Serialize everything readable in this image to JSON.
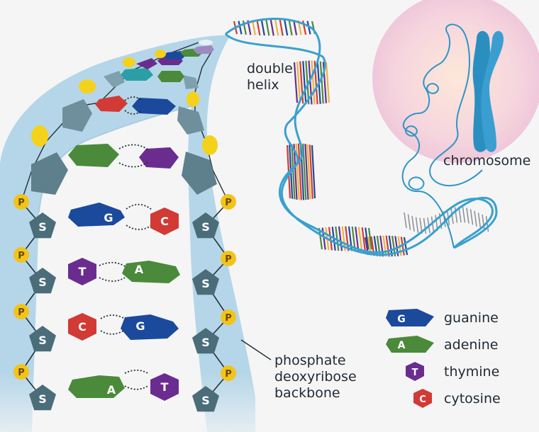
{
  "labels": {
    "helix_line1": "double",
    "helix_line2": "helix",
    "chromosome": "chromosome",
    "backbone_line1": "phosphate",
    "backbone_line2": "deoxyribose",
    "backbone_line3": "backbone"
  },
  "markers": {
    "phosphate": "P",
    "sugar": "S"
  },
  "bases": {
    "g": "G",
    "c": "C",
    "t": "T",
    "a": "A"
  },
  "legend": [
    {
      "letter": "G",
      "name": "guanine",
      "color": "#1b4a9c"
    },
    {
      "letter": "A",
      "name": "adenine",
      "color": "#4a8a3a"
    },
    {
      "letter": "T",
      "name": "thymine",
      "color": "#6a2d8f"
    },
    {
      "letter": "C",
      "name": "cytosine",
      "color": "#d23a35"
    }
  ],
  "colors": {
    "guanine": "#1b4a9c",
    "adenine": "#4a8a3a",
    "thymine": "#6a2d8f",
    "cytosine": "#d23a35",
    "backbone_ribbon": "#b5d6e8",
    "sugar": "#4b6d7a",
    "phosphate": "#f2c419",
    "chromosome": "#2a8fc0",
    "helix_strand": "#3aa0cf"
  }
}
